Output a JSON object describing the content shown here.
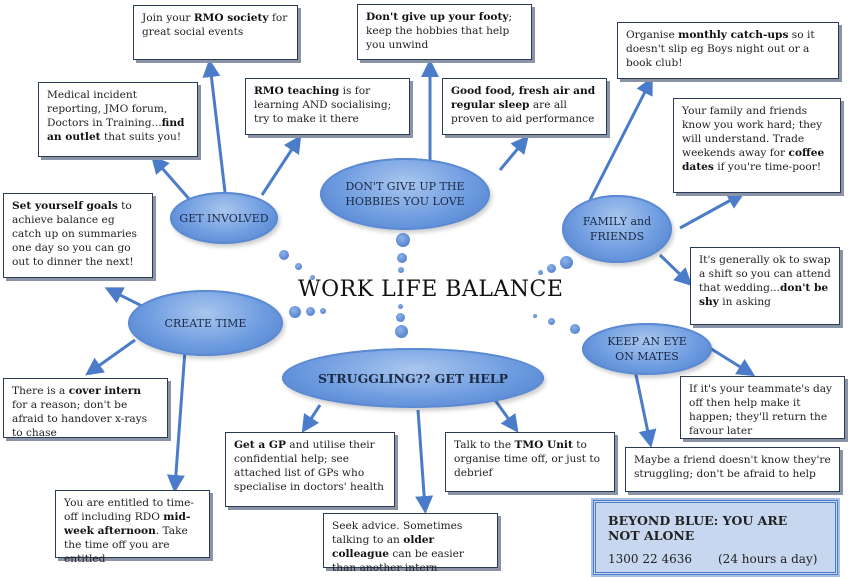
{
  "title": "WORK LIFE BALANCE",
  "clouds": {
    "get_involved": "GET INVOLVED",
    "hobbies": "DON'T GIVE UP THE HOBBIES YOU LOVE",
    "family": "FAMILY and FRIENDS",
    "create_time": "CREATE TIME",
    "keep_eye": "KEEP AN EYE ON MATES",
    "struggling": "STRUGGLING?? GET HELP"
  },
  "boxes": {
    "rmo_society": [
      "Join your ",
      "RMO society",
      " for great social events"
    ],
    "medical_incident": [
      "Medical incident reporting, JMO forum, Doctors in Training...",
      "find an outlet",
      " that suits you!"
    ],
    "rmo_teaching": [
      "",
      "RMO teaching",
      " is for learning AND socialising; try to make it there"
    ],
    "footy": [
      "",
      "Don't give up your footy",
      "; keep the hobbies that help you unwind"
    ],
    "good_food": [
      "",
      "Good food, fresh air and regular sleep",
      " are all proven to aid performance"
    ],
    "catch_ups": [
      "Organise ",
      "monthly catch-ups",
      " so it doesn't slip eg Boys night out or a book club!"
    ],
    "family_friends": [
      "Your family and friends know you work hard; they will understand. Trade weekends away for ",
      "coffee dates",
      " if you're time-poor!"
    ],
    "goals": [
      "",
      "Set yourself goals",
      " to achieve balance eg catch up on summaries one day so you can go out to dinner the next!"
    ],
    "swap_shift": [
      "It's generally ok to swap a shift so you can attend that wedding...",
      "don't be shy",
      " in asking"
    ],
    "cover_intern": [
      "There is a ",
      "cover intern",
      " for a reason; don't be afraid to handover x-rays to chase"
    ],
    "teammate": [
      "If it's your teammate's day off then help make it happen; they'll return the favour later"
    ],
    "gp": [
      "",
      "Get a GP",
      " and utilise their confidential help; see attached list of GPs who specialise in doctors' health"
    ],
    "tmo": [
      "Talk to the ",
      "TMO Unit",
      " to organise time off, or just to debrief"
    ],
    "friend": [
      "Maybe a friend doesn't know they're struggling; don't be afraid to help"
    ],
    "time_off": [
      "You are entitled to time-off including RDO ",
      "mid-week afternoon",
      ". Take the time off you are entitled"
    ],
    "advice": [
      "Seek advice. Sometimes talking to an ",
      "older colleague",
      " can be easier than another intern"
    ]
  },
  "beyond_blue": {
    "heading": "BEYOND BLUE: YOU ARE NOT ALONE",
    "phone": "1300 22 4636",
    "hours": "(24 hours a day)"
  }
}
